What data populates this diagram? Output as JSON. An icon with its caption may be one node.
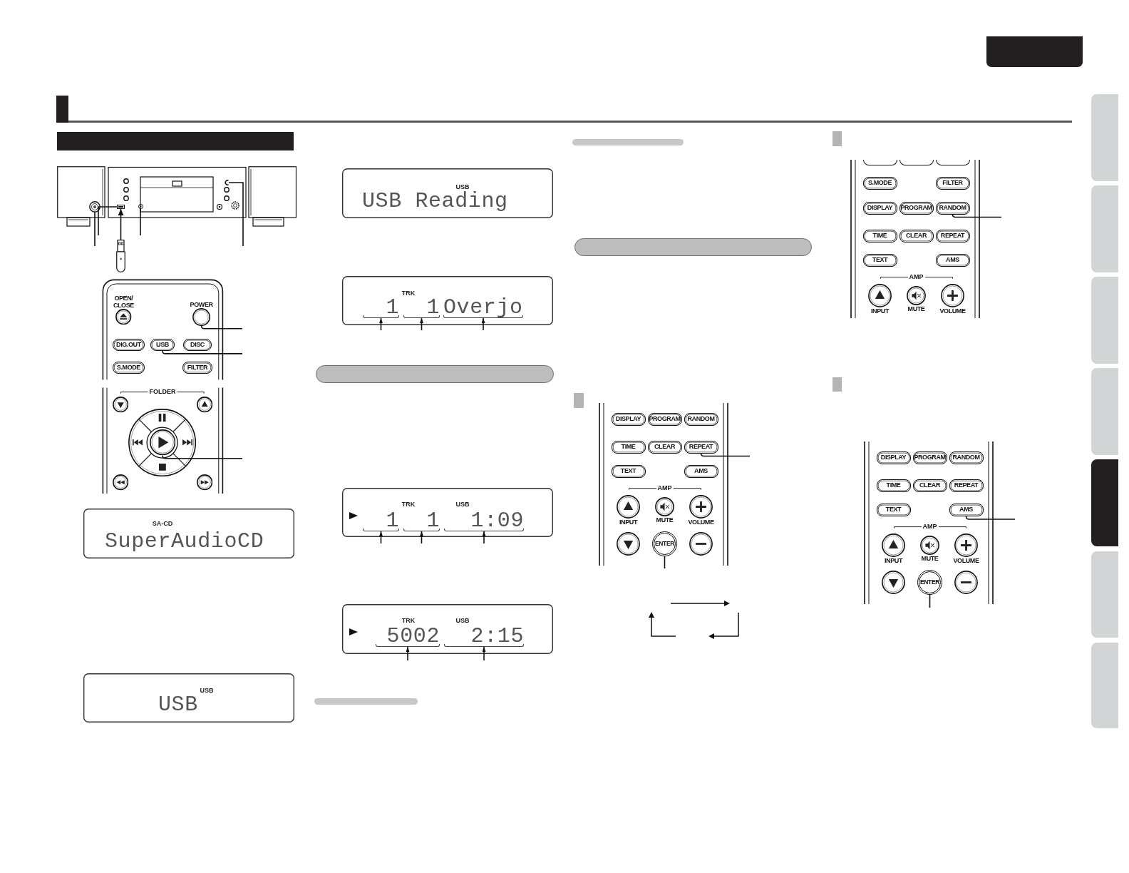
{
  "diagram": {
    "nodes": [
      {
        "text": [],
        "shape": "bar"
      },
      {
        "text": [],
        "shape": "picture"
      },
      {
        "text": [],
        "shape": "circle",
        "in": 1
      },
      {
        "text": [],
        "shape": "box",
        "in": 1
      },
      {
        "text": [],
        "shape": "circle",
        "in": 1
      },
      {
        "text": [],
        "shape": "circle",
        "in": 1
      },
      {
        "text": [],
        "shape": "picture"
      },
      {
        "text": [],
        "shape": "picture"
      },
      {
        "text": [
          "OPEN/ CLOSE"
        ],
        "in": 7
      },
      {
        "text": [
          "POWER"
        ],
        "in": 7
      },
      {
        "text": [
          "DIG.OUT"
        ],
        "in": 7
      },
      {
        "text": [
          "USB"
        ],
        "in": 7
      },
      {
        "text": [
          "DISC"
        ],
        "in": 7
      },
      {
        "text": [
          "S.MODE"
        ],
        "in": 7
      },
      {
        "text": [
          "FILTER"
        ],
        "in": 7
      },
      {
        "text": [],
        "shape": "circle",
        "in": 7
      },
      {
        "text": [],
        "shape": "circle",
        "in": 7
      },
      {
        "text": [],
        "shape": "circle",
        "in": 7
      },
      {
        "text": [],
        "shape": "circle",
        "in": 17
      },
      {
        "text": [],
        "shape": "circle",
        "in": 7
      },
      {
        "text": [],
        "shape": "circle",
        "in": 7
      },
      {
        "text": [
          "SA-CD",
          "SuperAudioCD"
        ]
      },
      {
        "text": [
          "USB",
          "USB"
        ]
      },
      {
        "text": [
          "USB",
          "USB Reading"
        ]
      },
      {
        "text": [
          "TRK"
        ]
      },
      {
        "text": [
          "1"
        ],
        "in": 24
      },
      {
        "text": [
          "1"
        ],
        "in": 24
      },
      {
        "text": [
          "Overjo"
        ],
        "in": 24
      },
      {
        "text": [],
        "shape": "bar"
      },
      {
        "text": [
          "TRK",
          "USB"
        ]
      },
      {
        "text": [
          "1"
        ],
        "in": 29
      },
      {
        "text": [
          "1"
        ],
        "in": 29
      },
      {
        "text": [
          "1:09"
        ],
        "in": 29
      },
      {
        "text": [
          "TRK",
          "USB"
        ]
      },
      {
        "text": [
          "5002"
        ],
        "in": 33
      },
      {
        "text": [
          "2:15"
        ],
        "in": 33
      },
      {
        "text": [],
        "shape": "bar"
      },
      {
        "text": [],
        "shape": "picture"
      },
      {
        "text": [
          "DISPLAY"
        ],
        "in": 37
      },
      {
        "text": [
          "PROGRAM"
        ],
        "in": 37
      },
      {
        "text": [
          "RANDOM"
        ],
        "in": 37
      },
      {
        "text": [
          "TIME"
        ],
        "in": 37
      },
      {
        "text": [
          "CLEAR"
        ],
        "in": 37
      },
      {
        "text": [
          "REPEAT"
        ],
        "in": 37
      },
      {
        "text": [
          "TEXT"
        ],
        "in": 37
      },
      {
        "text": [
          "AMS"
        ],
        "in": 37
      },
      {
        "text": [
          "INPUT"
        ],
        "in": 37
      },
      {
        "text": [
          "MUTE"
        ],
        "in": 37
      },
      {
        "text": [
          "VOLUME"
        ],
        "in": 37
      },
      {
        "text": [],
        "shape": "circle",
        "in": 37
      },
      {
        "text": [
          "ENTER"
        ],
        "in": 37
      },
      {
        "text": [],
        "shape": "circle",
        "in": 37
      },
      {
        "text": [],
        "shape": "picture"
      },
      {
        "text": [],
        "shape": "box",
        "in": 52
      },
      {
        "text": [],
        "shape": "box",
        "in": 52
      },
      {
        "text": [],
        "shape": "box",
        "in": 52
      },
      {
        "text": [
          "S.MODE"
        ],
        "in": 52
      },
      {
        "text": [
          "FILTER"
        ],
        "in": 52
      },
      {
        "text": [
          "DISPLAY"
        ],
        "in": 52
      },
      {
        "text": [
          "PROGRAM"
        ],
        "in": 52
      },
      {
        "text": [
          "RANDOM"
        ],
        "in": 52
      },
      {
        "text": [
          "TIME"
        ],
        "in": 52
      },
      {
        "text": [
          "CLEAR"
        ],
        "in": 52
      },
      {
        "text": [
          "REPEAT"
        ],
        "in": 52
      },
      {
        "text": [
          "TEXT"
        ],
        "in": 52
      },
      {
        "text": [
          "AMS"
        ],
        "in": 52
      },
      {
        "text": [
          "INPUT"
        ],
        "in": 52
      },
      {
        "text": [
          "MUTE"
        ],
        "in": 52
      },
      {
        "text": [
          "VOLUME"
        ],
        "in": 52
      },
      {
        "text": [],
        "shape": "picture"
      },
      {
        "text": [
          "DISPLAY"
        ],
        "in": 69
      },
      {
        "text": [
          "PROGRAM"
        ],
        "in": 69
      },
      {
        "text": [
          "RANDOM"
        ],
        "in": 69
      },
      {
        "text": [
          "TIME"
        ],
        "in": 69
      },
      {
        "text": [
          "CLEAR"
        ],
        "in": 69
      },
      {
        "text": [
          "REPEAT"
        ],
        "in": 69
      },
      {
        "text": [
          "TEXT"
        ],
        "in": 69
      },
      {
        "text": [
          "AMS"
        ],
        "in": 69
      },
      {
        "text": [
          "INPUT"
        ],
        "in": 69
      },
      {
        "text": [
          "MUTE"
        ],
        "in": 69
      },
      {
        "text": [
          "VOLUME"
        ],
        "in": 69
      },
      {
        "text": [],
        "shape": "circle",
        "in": 69
      },
      {
        "text": [
          "ENTER"
        ],
        "in": 69
      },
      {
        "text": [],
        "shape": "circle",
        "in": 69
      },
      {
        "text": [],
        "shape": "box"
      },
      {
        "text": [],
        "shape": "box"
      },
      {
        "text": [],
        "shape": "box"
      },
      {
        "text": [],
        "shape": "box"
      },
      {
        "text": [],
        "shape": "box"
      },
      {
        "text": [],
        "shape": "box"
      },
      {
        "text": [],
        "shape": "box"
      }
    ],
    "edges": [
      {
        "from": null,
        "to": 2,
        "arrow": "none"
      },
      {
        "from": null,
        "to": 3,
        "arrow": "none"
      },
      {
        "from": 6,
        "to": 3,
        "arrow": "to"
      },
      {
        "from": null,
        "to": 4,
        "arrow": "none"
      },
      {
        "from": null,
        "to": 5,
        "arrow": "none"
      },
      {
        "from": null,
        "to": 9,
        "arrow": "none"
      },
      {
        "from": null,
        "to": 11,
        "arrow": "none"
      },
      {
        "from": null,
        "to": 18,
        "arrow": "none"
      },
      {
        "from": null,
        "to": 25,
        "arrow": "to"
      },
      {
        "from": null,
        "to": 26,
        "arrow": "to"
      },
      {
        "from": null,
        "to": 27,
        "arrow": "to"
      },
      {
        "from": null,
        "to": 30,
        "arrow": "to"
      },
      {
        "from": null,
        "to": 31,
        "arrow": "to"
      },
      {
        "from": null,
        "to": 32,
        "arrow": "to"
      },
      {
        "from": null,
        "to": 34,
        "arrow": "to"
      },
      {
        "from": null,
        "to": 35,
        "arrow": "to"
      },
      {
        "from": null,
        "to": 43,
        "arrow": "none"
      },
      {
        "from": null,
        "to": 50,
        "arrow": "none"
      },
      {
        "from": null,
        "to": 60,
        "arrow": "none"
      },
      {
        "from": null,
        "to": 77,
        "arrow": "none"
      },
      {
        "from": null,
        "to": 82,
        "arrow": "none"
      }
    ],
    "labels": [
      "FOLDER",
      "AMP",
      "AMP",
      "AMP"
    ]
  }
}
